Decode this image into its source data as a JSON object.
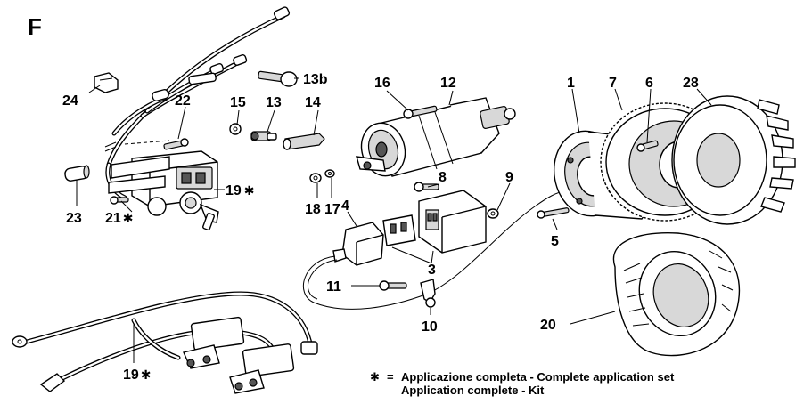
{
  "section_letter": "F",
  "callouts": {
    "c1": "1",
    "c3": "3",
    "c4": "4",
    "c5": "5",
    "c6": "6",
    "c7": "7",
    "c8": "8",
    "c9": "9",
    "c10": "10",
    "c11": "11",
    "c12": "12",
    "c13": "13",
    "c13b": "13b",
    "c14": "14",
    "c15": "15",
    "c16": "16",
    "c17": "17",
    "c18": "18",
    "c19a": "19",
    "c19b": "19",
    "c20": "20",
    "c21": "21",
    "c22": "22",
    "c23": "23",
    "c24": "24",
    "c28": "28"
  },
  "kit_marker": "✱",
  "legend": {
    "marker": "✱",
    "equals": "=",
    "line1": "Applicazione completa - Complete application set",
    "line2": "Application complete - Kit"
  }
}
